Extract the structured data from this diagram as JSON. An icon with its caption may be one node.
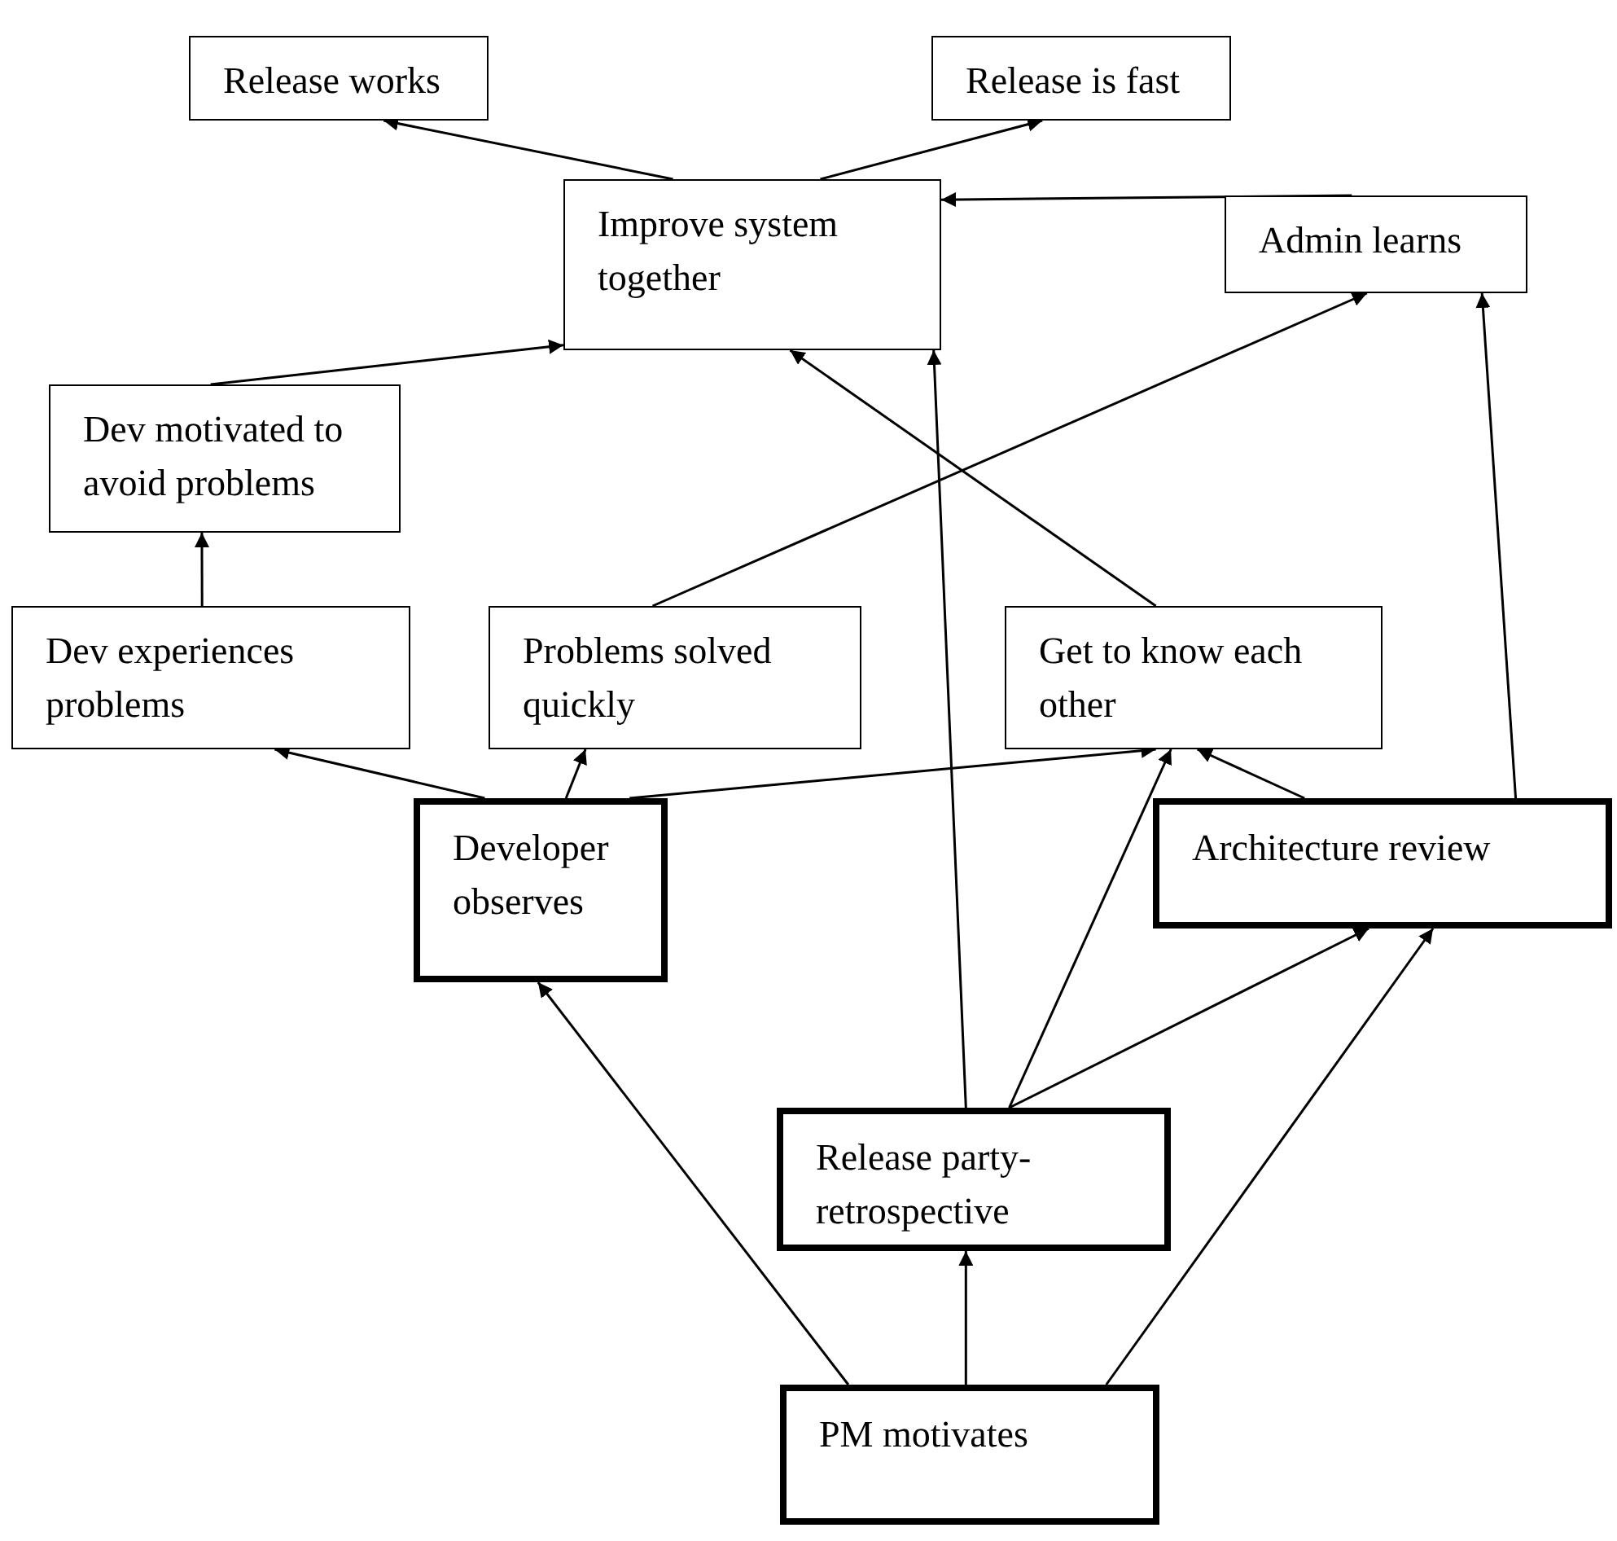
{
  "diagram": {
    "nodes": [
      {
        "text": [
          "Release works"
        ]
      },
      {
        "text": [
          "Release is fast"
        ]
      },
      {
        "text": [
          "Improve system together"
        ]
      },
      {
        "text": [
          "Admin learns"
        ]
      },
      {
        "text": [
          "Dev motivated to avoid problems"
        ]
      },
      {
        "text": [
          "Dev experiences problems"
        ]
      },
      {
        "text": [
          "Problems solved quickly"
        ]
      },
      {
        "text": [
          "Get to know each other"
        ]
      },
      {
        "text": [
          "Developer observes"
        ]
      },
      {
        "text": [
          "Architecture review"
        ]
      },
      {
        "text": [
          "Release party-retrospective"
        ]
      },
      {
        "text": [
          "PM motivates"
        ]
      }
    ],
    "edges": [
      {
        "from": 2,
        "to": 0,
        "arrow": "to"
      },
      {
        "from": 2,
        "to": 1,
        "arrow": "to"
      },
      {
        "from": 4,
        "to": 2,
        "arrow": "to"
      },
      {
        "from": 3,
        "to": 2,
        "arrow": "to"
      },
      {
        "from": 6,
        "to": 3,
        "arrow": "to"
      },
      {
        "from": 7,
        "to": 2,
        "arrow": "to"
      },
      {
        "from": 5,
        "to": 4,
        "arrow": "to"
      },
      {
        "from": 8,
        "to": 5,
        "arrow": "to"
      },
      {
        "from": 8,
        "to": 6,
        "arrow": "to"
      },
      {
        "from": 8,
        "to": 7,
        "arrow": "to"
      },
      {
        "from": 9,
        "to": 7,
        "arrow": "to"
      },
      {
        "from": 9,
        "to": 3,
        "arrow": "to"
      },
      {
        "from": 10,
        "to": 2,
        "arrow": "to"
      },
      {
        "from": 10,
        "to": 7,
        "arrow": "to"
      },
      {
        "from": 10,
        "to": 9,
        "arrow": "to"
      },
      {
        "from": 11,
        "to": 8,
        "arrow": "to"
      },
      {
        "from": 11,
        "to": 10,
        "arrow": "to"
      },
      {
        "from": 11,
        "to": 9,
        "arrow": "to"
      }
    ]
  }
}
